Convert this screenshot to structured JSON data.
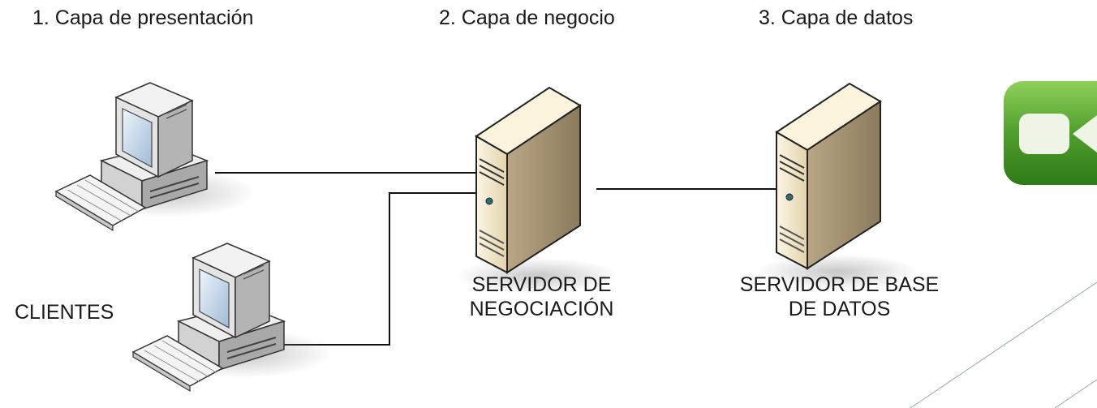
{
  "layers": {
    "presentation": "1. Capa de presentación",
    "business": "2. Capa de negocio",
    "data": "3. Capa de datos"
  },
  "clients_label": "CLIENTES",
  "business_server": {
    "line1": "SERVIDOR DE",
    "line2": "NEGOCIACIÓN"
  },
  "database_server": {
    "line1": "SERVIDOR DE BASE",
    "line2": "DE DATOS"
  },
  "colors": {
    "connector": "#111111",
    "server_body": "#f1e6c6",
    "server_side": "#a8977a",
    "monitor_body": "#dedede",
    "screen": "#cfe0f2",
    "app_icon_green": "#4da12a"
  },
  "icons": [
    "desktop-computer-icon",
    "tower-server-icon",
    "video-camera-app-icon"
  ]
}
